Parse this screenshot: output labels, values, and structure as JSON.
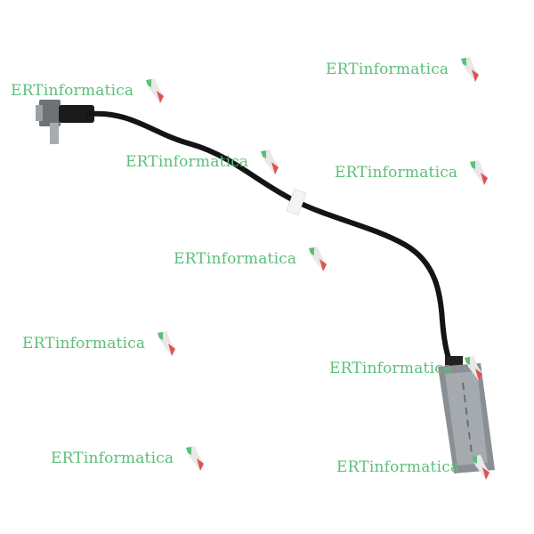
{
  "watermark": {
    "text": "ERTinformatica",
    "color": "#5cbf7a",
    "instances": 9
  },
  "product": {
    "subject": "laptop-optical-drive-cable",
    "cable_color": "#111111",
    "connector_color": "#8a8f94"
  }
}
